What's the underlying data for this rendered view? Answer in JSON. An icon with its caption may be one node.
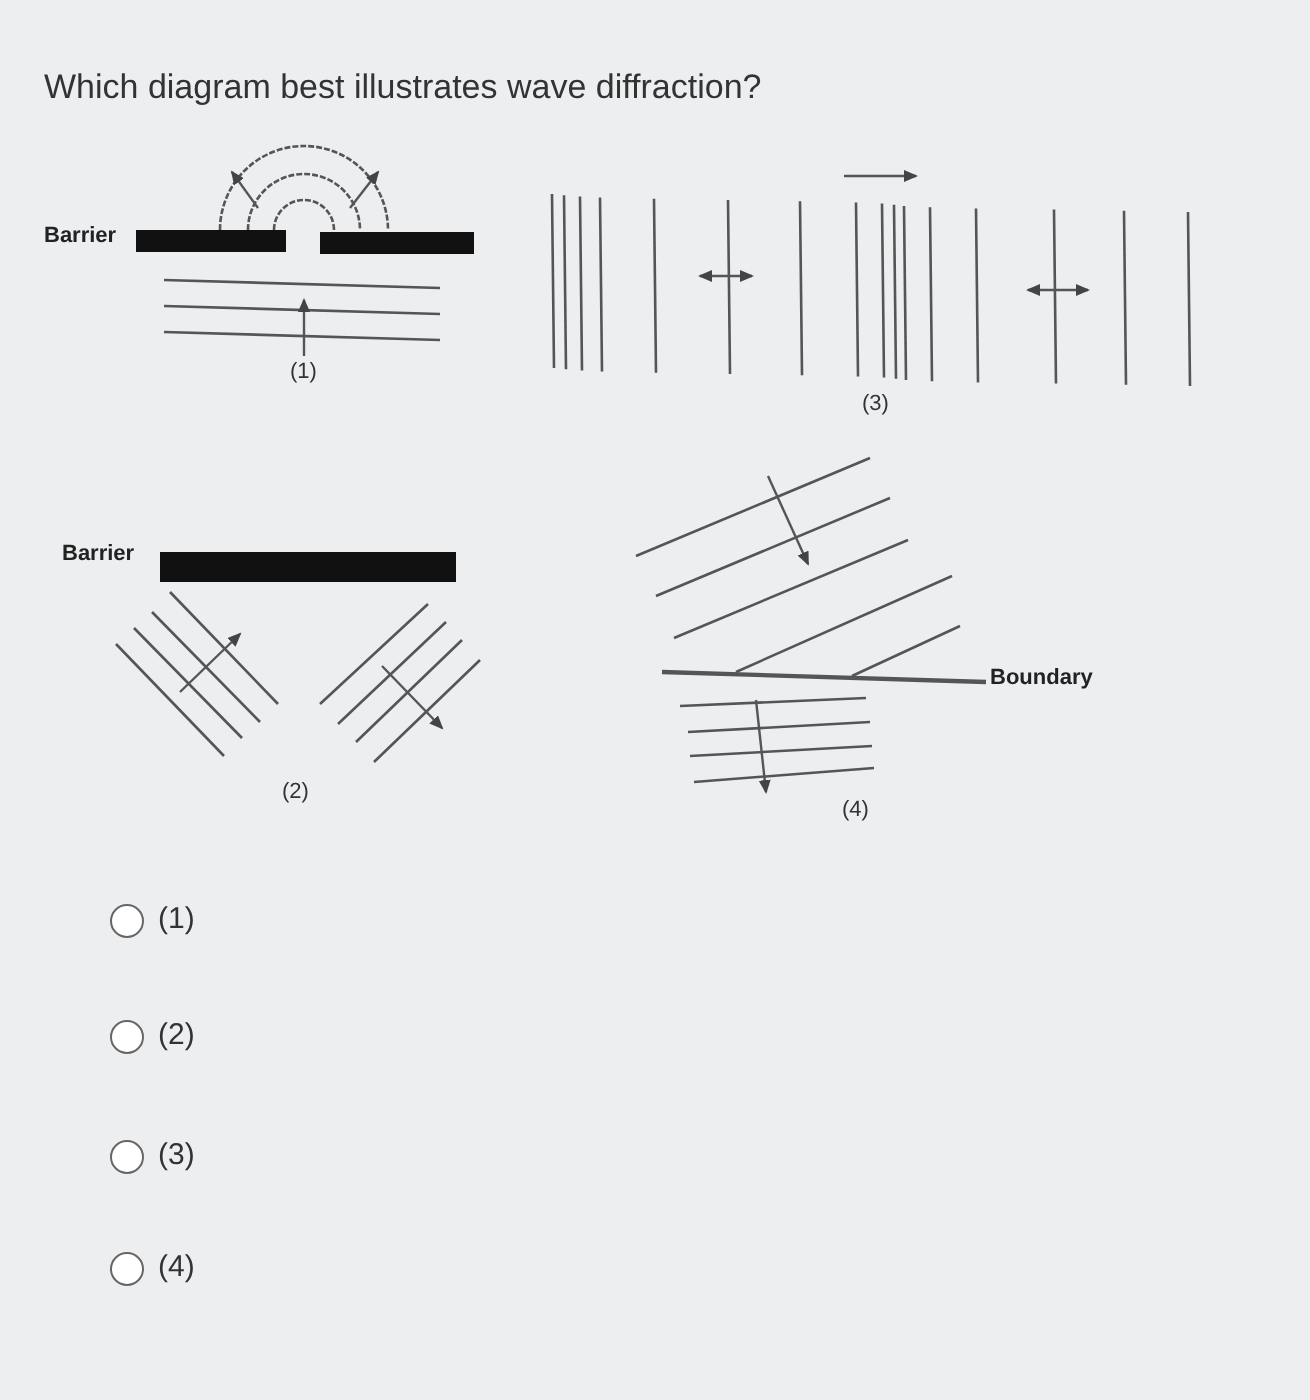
{
  "diagram": {
    "title": "Which diagram best illustrates wave diffraction?",
    "labels": [
      "Barrier",
      "(1)",
      "(3)",
      "Barrier",
      "Boundary",
      "(2)",
      "(4)",
      "(1)",
      "(2)",
      "(3)",
      "(4)"
    ]
  }
}
